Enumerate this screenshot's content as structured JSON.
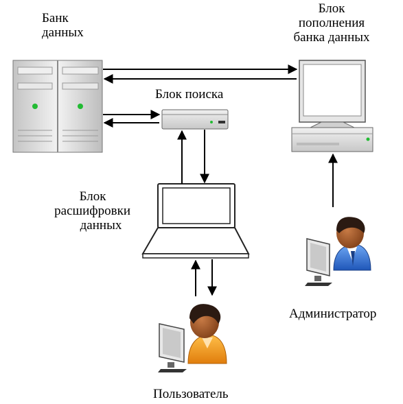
{
  "labels": {
    "data_bank": [
      "Банк",
      "данных"
    ],
    "replenish": [
      "Блок",
      "пополнения",
      "банка данных"
    ],
    "search": "Блок поиска",
    "decode": [
      "Блок",
      "расшифровки",
      "данных"
    ],
    "admin": "Администратор",
    "user": "Пользователь"
  },
  "icons": {
    "server": "server-rack-icon",
    "search_device": "desktop-unit-icon",
    "admin_computer": "desktop-computer-icon",
    "laptop": "laptop-icon",
    "admin": "user-at-computer-icon",
    "user": "user-at-computer-icon"
  },
  "colors": {
    "led": "#22bb33",
    "admin_shirt": "#2f6fd6",
    "user_shirt": "#f39a1a",
    "skin": "#a0522d",
    "hair": "#2b1a12",
    "metal": "#d9d9d9"
  }
}
